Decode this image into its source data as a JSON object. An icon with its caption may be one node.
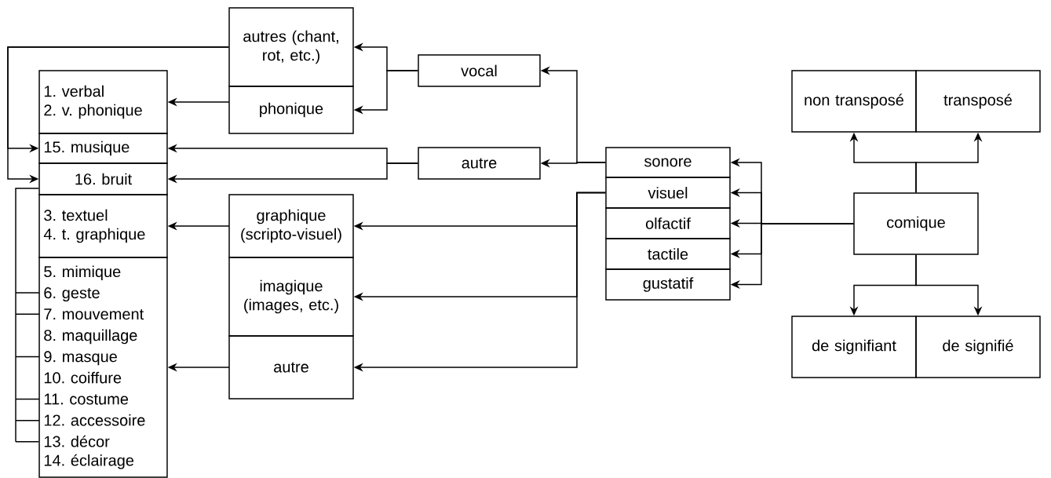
{
  "diagram": {
    "nodes": [
      {
        "text": [
          "1. verbal",
          "2. v. phonique"
        ]
      },
      {
        "text": [
          "15. musique"
        ]
      },
      {
        "text": [
          "16. bruit"
        ]
      },
      {
        "text": [
          "3. textuel",
          "4. t. graphique"
        ]
      },
      {
        "text": [
          "5. mimique",
          "6. geste",
          "7. mouvement",
          "8. maquillage",
          "9. masque",
          "10. coiffure",
          "11. costume",
          "12. accessoire",
          "13. décor",
          "14. éclairage"
        ]
      },
      {
        "text": [
          "autres (chant, rot, etc.)"
        ]
      },
      {
        "text": [
          "phonique"
        ]
      },
      {
        "text": [
          "graphique (scripto-visuel)"
        ]
      },
      {
        "text": [
          "imagique (images, etc.)"
        ]
      },
      {
        "text": [
          "autre"
        ]
      },
      {
        "text": [
          "vocal"
        ]
      },
      {
        "text": [
          "autre"
        ]
      },
      {
        "text": [
          "sonore"
        ]
      },
      {
        "text": [
          "visuel"
        ]
      },
      {
        "text": [
          "olfactif"
        ]
      },
      {
        "text": [
          "tactile"
        ]
      },
      {
        "text": [
          "gustatif"
        ]
      },
      {
        "text": [
          "non transposé"
        ]
      },
      {
        "text": [
          "transposé"
        ]
      },
      {
        "text": [
          "comique"
        ]
      },
      {
        "text": [
          "de signifiant"
        ]
      },
      {
        "text": [
          "de signifié"
        ]
      }
    ],
    "edges": [
      {
        "from": 19,
        "to": 12,
        "arrow": "to"
      },
      {
        "from": 19,
        "to": 13,
        "arrow": "to"
      },
      {
        "from": 19,
        "to": 14,
        "arrow": "to"
      },
      {
        "from": 19,
        "to": 15,
        "arrow": "to"
      },
      {
        "from": 19,
        "to": 16,
        "arrow": "to"
      },
      {
        "from": 19,
        "to": 17,
        "arrow": "to"
      },
      {
        "from": 19,
        "to": 18,
        "arrow": "to"
      },
      {
        "from": 19,
        "to": 20,
        "arrow": "to"
      },
      {
        "from": 19,
        "to": 21,
        "arrow": "to"
      },
      {
        "from": 12,
        "to": 10,
        "arrow": "to"
      },
      {
        "from": 12,
        "to": 11,
        "arrow": "to"
      },
      {
        "from": 13,
        "to": 7,
        "arrow": "to"
      },
      {
        "from": 13,
        "to": 8,
        "arrow": "to"
      },
      {
        "from": 13,
        "to": 9,
        "arrow": "to"
      },
      {
        "from": 10,
        "to": 5,
        "arrow": "to"
      },
      {
        "from": 10,
        "to": 6,
        "arrow": "to"
      },
      {
        "from": 11,
        "to": 1,
        "arrow": "to"
      },
      {
        "from": 11,
        "to": 2,
        "arrow": "to"
      },
      {
        "from": 6,
        "to": 0,
        "arrow": "to"
      },
      {
        "from": 7,
        "to": 3,
        "arrow": "to"
      },
      {
        "from": 9,
        "to": 4,
        "arrow": "to"
      },
      {
        "from": 5,
        "to": 1,
        "arrow": "to"
      },
      {
        "from": 5,
        "to": 2,
        "arrow": "to"
      },
      {
        "from": 2,
        "to": 4,
        "arrow": "none"
      }
    ]
  }
}
